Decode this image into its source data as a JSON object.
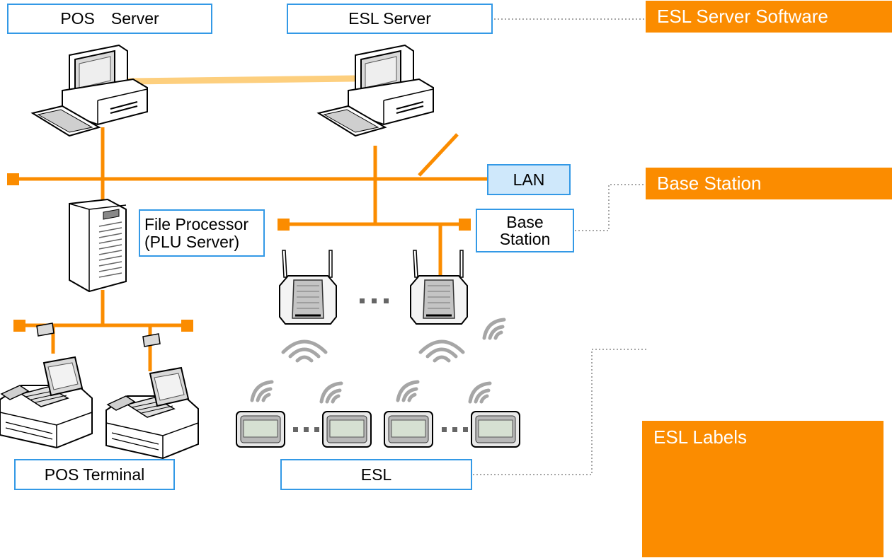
{
  "labels": {
    "pos_server": "POS　Server",
    "esl_server": "ESL Server",
    "lan": "LAN",
    "file_processor": "File Processor\n(PLU Server)",
    "base_station": "Base\nStation",
    "pos_terminal": "POS Terminal",
    "esl": "ESL"
  },
  "tags": {
    "esl_server_software": "ESL Server Software",
    "base_station": "Base Station",
    "esl_labels": "ESL Labels"
  },
  "colors": {
    "network_line": "#fb8c00",
    "link_line": "#fdcf7e",
    "label_border": "#3399e6",
    "lan_fill": "#cfe8fb",
    "tag_fill": "#fb8c00",
    "leader_line": "#888888"
  }
}
